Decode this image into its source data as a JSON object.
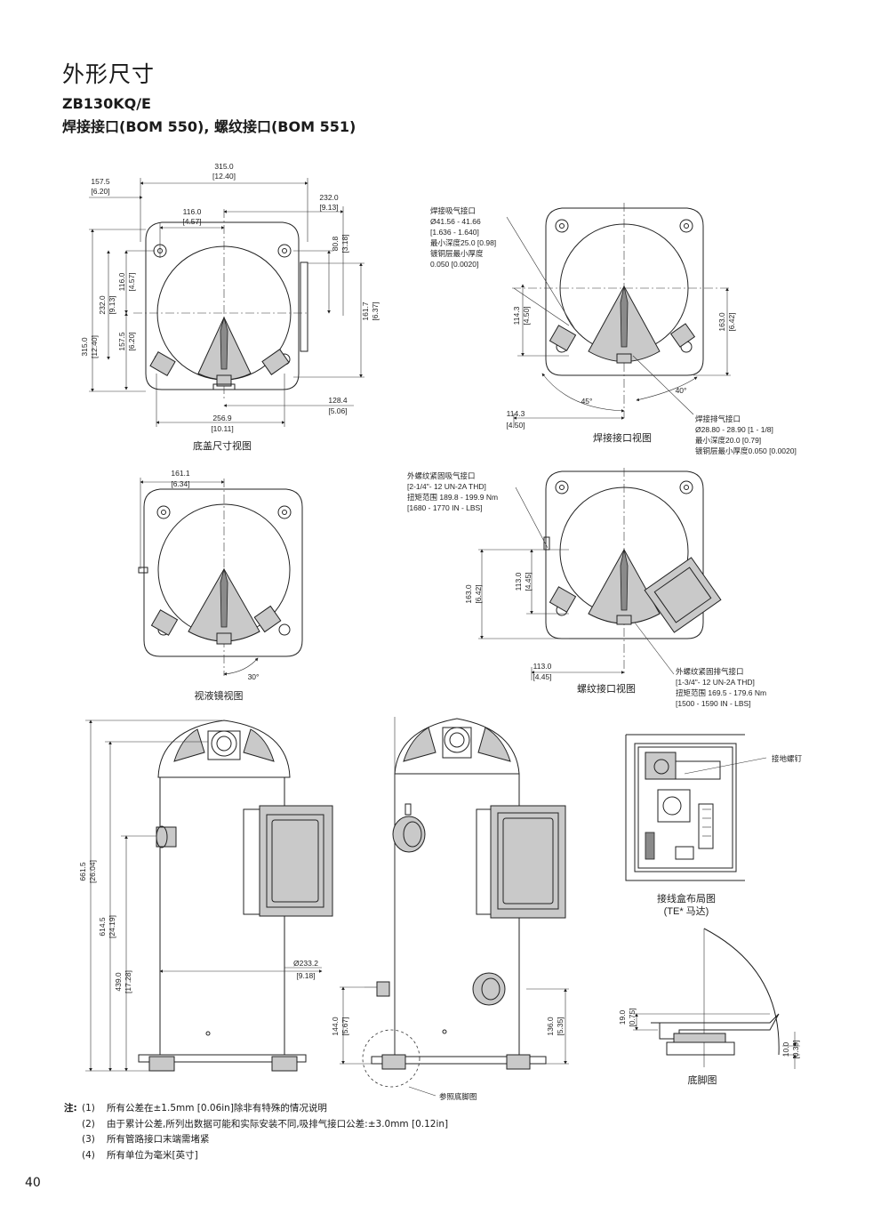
{
  "header": {
    "title": "外形尺寸",
    "model": "ZB130KQ/E",
    "connection": "焊接接口(BOM 550), 螺纹接口(BOM 551)"
  },
  "bottom_view": {
    "caption": "底盖尺寸视图",
    "dims": {
      "w315": "315.0",
      "w315_in": "[12.40]",
      "w157": "157.5",
      "w157_in": "[6.20]",
      "w232": "232.0",
      "w232_in": "[9.13]",
      "w116": "116.0",
      "w116_in": "[4.57]",
      "h80": "80.8",
      "h80_in": "[3.18]",
      "h116": "116.0",
      "h116_in": "[4.57]",
      "h232": "232.0",
      "h232_in": "[9.13]",
      "h157": "157.5",
      "h157_in": "[6.20]",
      "h315": "315.0",
      "h315_in": "[12.40]",
      "h161": "161.7",
      "h161_in": "[6.37]",
      "w128": "128.4",
      "w128_in": "[5.06]",
      "w256": "256.9",
      "w256_in": "[10.11]"
    }
  },
  "weld_view": {
    "caption": "焊接接口视图",
    "suction_note": [
      "焊接吸气接口",
      "Ø41.56 - 41.66",
      "[1.636 - 1.640]",
      "最小深度25.0 [0.98]",
      "镀铜层最小厚度",
      "0.050 [0.0020]"
    ],
    "discharge_note": [
      "焊接排气接口",
      "Ø28.80 - 28.90 [1 - 1/8]",
      "最小深度20.0 [0.79]",
      "镀铜层最小厚度0.050 [0.0020]"
    ],
    "dims": {
      "h114": "114.3",
      "h114_in": "[4.50]",
      "h163": "163.0",
      "h163_in": "[6.42]",
      "w114": "114.3",
      "w114_in": "[4.50]",
      "a45": "45°",
      "a40": "40°"
    }
  },
  "sight_view": {
    "caption": "视液镜视图",
    "dims": {
      "w161": "161.1",
      "w161_in": "[6.34]",
      "a30": "30°"
    }
  },
  "thread_view": {
    "caption": "螺纹接口视图",
    "suction_note": [
      "外螺纹紧固吸气接口",
      "[2-1/4\"- 12 UN-2A THD]",
      "扭矩范围  189.8 - 199.9 Nm",
      "[1680 - 1770  IN - LBS]"
    ],
    "discharge_note": [
      "外螺纹紧固排气接口",
      "[1-3/4\"- 12 UN-2A THD]",
      "扭矩范围  169.5 - 179.6 Nm",
      "[1500 - 1590  IN - LBS]"
    ],
    "dims": {
      "h163": "163.0",
      "h163_in": "[6.42]",
      "h113": "113.0",
      "h113_in": "[4.45]",
      "w113": "113.0",
      "w113_in": "[4.45]"
    }
  },
  "side_view": {
    "dims": {
      "h661": "661.5",
      "h661_in": "[26.04]",
      "h614": "614.5",
      "h614_in": "[24.19]",
      "h439": "439.0",
      "h439_in": "[17.28]",
      "d233": "Ø233.2",
      "d233_in": "[9.18]"
    }
  },
  "front_view": {
    "caption": "参照底脚图",
    "dims": {
      "h144": "144.0",
      "h144_in": "[5.67]",
      "h136": "136.0",
      "h136_in": "[5.35]"
    }
  },
  "junction_box": {
    "caption_1": "接线盒布局图",
    "caption_2": "(TE* 马达)",
    "ground_screw": "接地螺钉"
  },
  "foot_view": {
    "caption": "底脚图",
    "dims": {
      "h19": "19.0",
      "h19_in": "[0.75]",
      "h10": "10.0",
      "h10_in": "[0.39]"
    }
  },
  "notes": {
    "label": "注:",
    "items": [
      {
        "num": "(1)",
        "text": "所有公差在±1.5mm [0.06in]除非有特殊的情况说明"
      },
      {
        "num": "(2)",
        "text": "由于累计公差,所列出数据可能和实际安装不同,吸排气接口公差:±3.0mm [0.12in]"
      },
      {
        "num": "(3)",
        "text": "所有管路接口末端需堵紧"
      },
      {
        "num": "(4)",
        "text": "所有单位为毫米[英寸]"
      }
    ]
  },
  "page_number": "40"
}
